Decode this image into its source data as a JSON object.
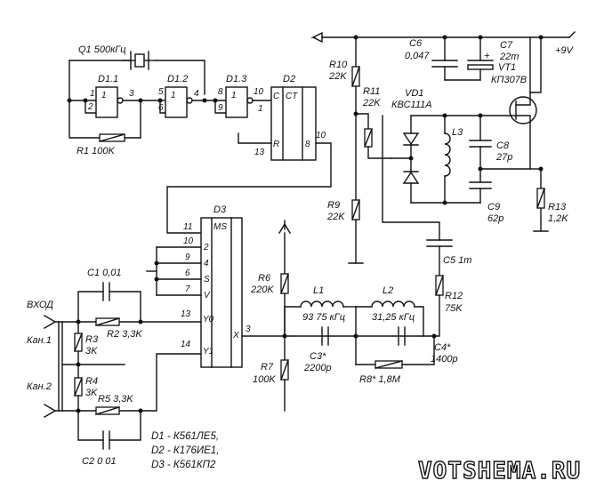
{
  "components": {
    "q1": "Q1 500кГц",
    "d11": "D1.1",
    "d12": "D1.2",
    "d13": "D1.3",
    "d2": "D2",
    "d3": "D3",
    "r1": "R1 100K",
    "r2": "R2 3,3K",
    "r3": "R3",
    "r3v": "3K",
    "r4": "R4",
    "r4v": "3K",
    "r5": "R5 3,3K",
    "r6": "R6",
    "r6v": "220K",
    "r7": "R7",
    "r7v": "100K",
    "r8": "R8* 1,8M",
    "r9": "R9",
    "r9v": "22K",
    "r10": "R10",
    "r10v": "22K",
    "r11": "R11",
    "r11v": "22K",
    "r12": "R12",
    "r12v": "75K",
    "r13": "R13",
    "r13v": "1,2K",
    "c1": "C1 0,01",
    "c2": "C2 0 01",
    "c3": "C3*",
    "c3v": "2200p",
    "c4": "C4*",
    "c4v": "1400p",
    "c5": "C5 1m",
    "c6": "C6",
    "c6v": "0,047",
    "c7": "C7",
    "c7v": "22m",
    "c8": "C8",
    "c8v": "27p",
    "c9": "C9",
    "c9v": "62p",
    "l1": "L1",
    "l1v": "93 75 кГц",
    "l2": "L2",
    "l2v": "31,25 кГц",
    "l3": "L3",
    "vd1": "VD1",
    "vd1v": "КВС111А",
    "vt1": "VT1",
    "vt1v": "КП307В"
  },
  "labels": {
    "input": "ВХОД",
    "ch1": "Кан.1",
    "ch2": "Кан.2",
    "supply": "+9V",
    "minus": "−"
  },
  "pins": {
    "d11_in1": "1",
    "d11_in2": "2",
    "d11_out": "3",
    "d12_in1": "5",
    "d12_in2": "6",
    "d12_out": "4",
    "d13_in1": "8",
    "d13_in2": "9",
    "d13_out": "10",
    "d13_gate": "1",
    "d2_c": "C",
    "d2_ct": "CT",
    "d2_r": "R",
    "d2_q": "1",
    "d2_out": "8",
    "d2_rpin": "13",
    "d2_outpin": "10",
    "d3_11": "11",
    "d3_10": "10",
    "d3_9": "9",
    "d3_6": "6",
    "d3_7": "7",
    "d3_13": "13",
    "d3_14": "14",
    "d3_3": "3",
    "d3_ms": "MS",
    "d3_2": "2",
    "d3_4": "4",
    "d3_s": "S",
    "d3_v": "V",
    "d3_y0": "Y0",
    "d3_y1": "Y1",
    "d3_x": "X"
  },
  "notes": [
    "D1 - К561ЛЕ5,",
    "D2 - К176ИЕ1,",
    "D3 - К561КП2"
  ],
  "watermark": "VOTSHEMA.RU"
}
